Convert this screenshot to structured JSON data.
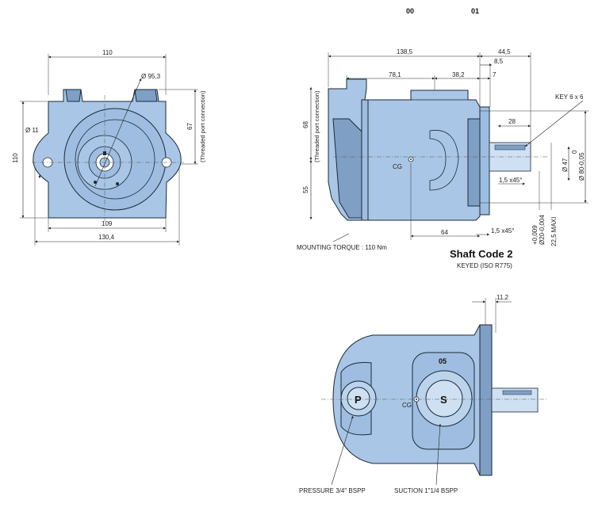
{
  "header": {
    "col_a": "00",
    "col_b": "01"
  },
  "front_view": {
    "dim_top_width": "110",
    "dim_pilot_diameter": "Ø 95,3",
    "dim_hole": "Ø 11",
    "dim_height": "110",
    "dim_bolt_spacing": "109",
    "dim_flange_width": "130,4",
    "dim_port_height": "67",
    "port_note": "(Threaded port connection)"
  },
  "side_view": {
    "dim_overall_length": "138,5",
    "dim_shaft_length": "44,5",
    "dim_shaft_step": "8,5",
    "dim_to_flange": "78,1",
    "dim_port_offset": "38,2",
    "dim_flange_thk": "7",
    "dim_key_len": "28",
    "dim_upper_h": "68",
    "dim_lower_h": "55",
    "port_note": "(Threaded port connection)",
    "dim_cg_x": "64",
    "chamfer_a": "1,5 x45°",
    "chamfer_b": "1,5 x45°",
    "key": "KEY 6 x 6",
    "dim_d47": "Ø 47",
    "dim_d80": "0\nØ 80-0,05",
    "dim_d80_a": "0",
    "dim_d80_b": "Ø 80-0,05",
    "dim_shaft_tol_a": "+0,009",
    "dim_shaft_tol_b": "Ø20-0,004",
    "dim_key_depth": "22,5 MAXI",
    "cg": "CG",
    "mounting_torque": "MOUNTING TORQUE : 110 Nm"
  },
  "shaft_code": {
    "title": "Shaft Code 2",
    "subtitle": "KEYED (ISO R775)"
  },
  "top_view": {
    "dim_shaft": "11,2",
    "port_code": "05",
    "p_letter": "P",
    "s_letter": "S",
    "cg": "CG",
    "pressure_label": "PRESSURE 3/4\" BSPP",
    "suction_label": "SUCTION 1\"1/4 BSPP"
  },
  "colors": {
    "body": "#a9c6e6",
    "shade": "#7f9fc4",
    "line": "#1a2a3a"
  }
}
